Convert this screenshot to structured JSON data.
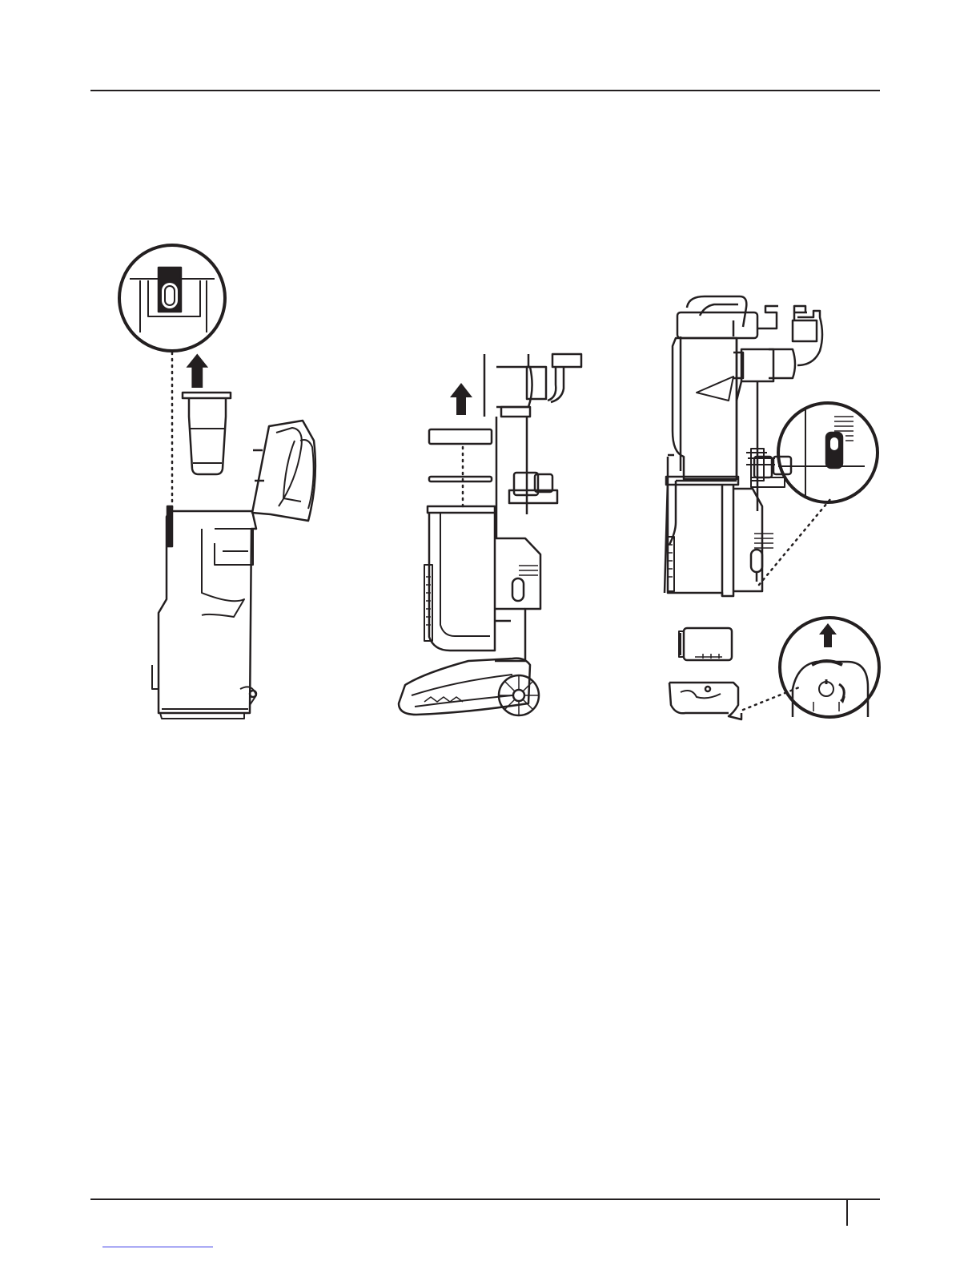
{
  "page": {
    "background": "#ffffff",
    "line_color": "#231f20",
    "link_color": "#3a3ae6"
  },
  "figures": [
    {
      "id": "fig-1",
      "icons": [
        "magnifier-circle-icon",
        "up-arrow-icon",
        "filter-cup-icon",
        "dust-cup-open-lid-icon"
      ]
    },
    {
      "id": "fig-2",
      "icons": [
        "up-arrow-icon",
        "foam-filter-icon",
        "felt-filter-icon",
        "upright-vacuum-icon"
      ]
    },
    {
      "id": "fig-3",
      "icons": [
        "vacuum-pod-icon",
        "magnifier-circle-icon",
        "up-arrow-icon",
        "filter-housing-icon"
      ]
    }
  ]
}
